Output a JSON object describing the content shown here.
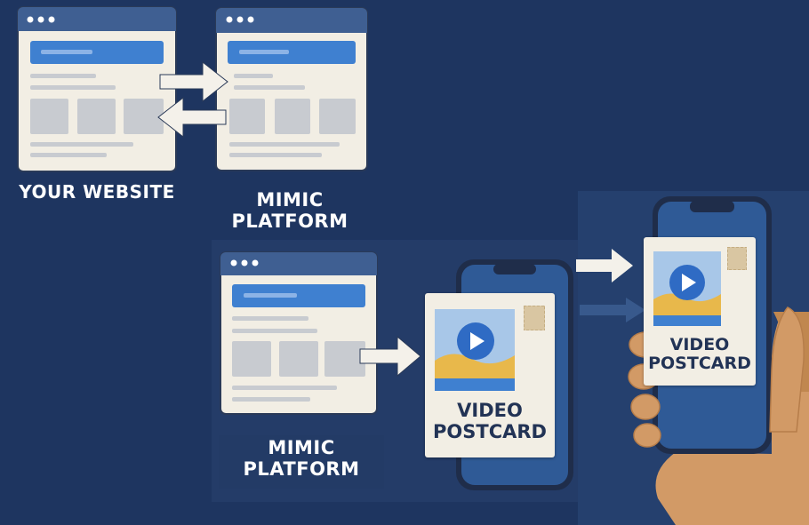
{
  "labels": {
    "your_website": "YOUR WEBSITE",
    "mimic_platform_top": [
      "MIMIC",
      "PLATFORM"
    ],
    "mimic_platform_bottom": [
      "MIMIC",
      "PLATFORM"
    ]
  },
  "postcard_center": [
    "VIDEO",
    "POSTCARD"
  ],
  "postcard_hand": [
    "VIDEO",
    "POSTCARD"
  ],
  "icons": {
    "window_dots": "three-dots-icon",
    "play": "play-icon",
    "stamp": "stamp-icon",
    "arrow": "arrow-right-icon"
  },
  "colors": {
    "background": "#1e3560",
    "panel": "#26406d",
    "window_body": "#f2eee4",
    "window_titlebar": "#3f5f92",
    "accent_blue": "#3f80d0",
    "placeholder_gray": "#c8cbd0",
    "phone_body": "#1f2d4a",
    "phone_screen": "#2f5a96",
    "skin": "#d29a66"
  }
}
